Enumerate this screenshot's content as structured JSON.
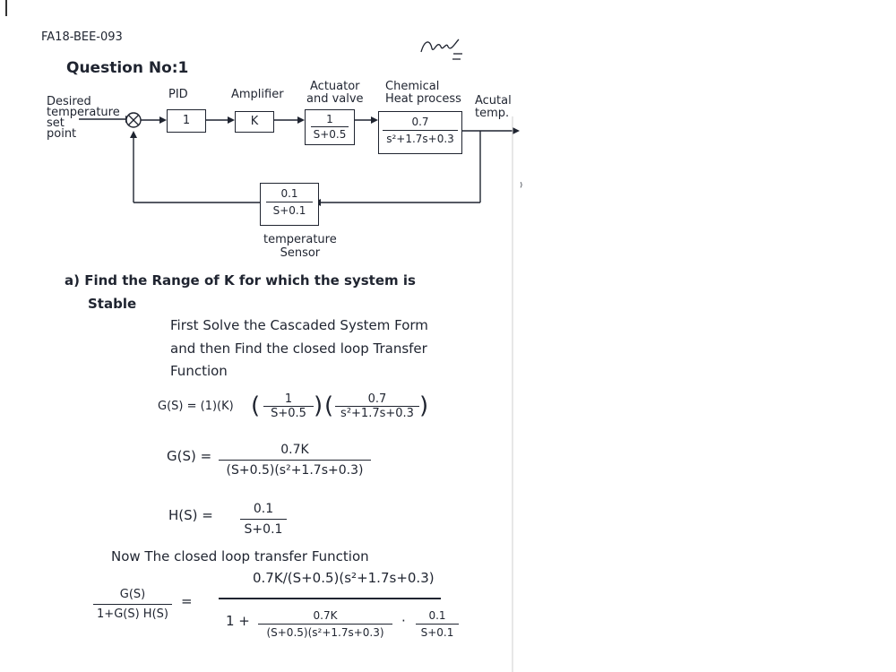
{
  "header": {
    "roll_number": "FA18-BEE-093",
    "signature": "signature",
    "question_title": "Question No:1"
  },
  "diagram": {
    "input_label_1": "Desired",
    "input_label_2": "temperature",
    "input_label_3": "set",
    "input_label_4": "point",
    "pid_label": "PID",
    "pid_gain": "1",
    "amplifier_label": "Amplifier",
    "amplifier_gain": "K",
    "actuator_label_1": "Actuator",
    "actuator_label_2": "and valve",
    "actuator_num": "1",
    "actuator_den": "S+0.5",
    "process_label_1": "Chemical",
    "process_label_2": "Heat process",
    "process_num": "0.7",
    "process_den": "s²+1.7s+0.3",
    "output_label_1": "Acutal",
    "output_label_2": "temp.",
    "sensor_num": "0.1",
    "sensor_den": "S+0.1",
    "sensor_label_1": "temperature",
    "sensor_label_2": "Sensor"
  },
  "part_a": {
    "question_line_1": "a) Find the Range of K for which the system is",
    "question_line_2": "Stable",
    "intro_line_1": "First Solve the Cascaded System Form",
    "intro_line_2": "and then Find the closed loop Transfer",
    "intro_line_3": "Function",
    "g_eq_lhs": "G(S) = (1)(K)",
    "g_eq_f1_num": "1",
    "g_eq_f1_den": "S+0.5",
    "g_eq_f2_num": "0.7",
    "g_eq_f2_den": "s²+1.7s+0.3",
    "g_lhs": "G(S) =",
    "g_num": "0.7K",
    "g_den": "(S+0.5)(s²+1.7s+0.3)",
    "h_lhs": "H(S) =",
    "h_num": "0.1",
    "h_den": "S+0.1",
    "now_line": "Now  The closed loop transfer Function",
    "cl_lhs_num": "G(S)",
    "cl_lhs_den": "1+G(S) H(S)",
    "cl_eq": "=",
    "cl_rhs_num": "0.7K/(S+0.5)(s²+1.7s+0.3)",
    "cl_rhs_den_one": "1  +",
    "cl_rhs_den_f1_num": "0.7K",
    "cl_rhs_den_f1_den": "(S+0.5)(s²+1.7s+0.3)",
    "cl_rhs_den_dot": "·",
    "cl_rhs_den_f2_num": "0.1",
    "cl_rhs_den_f2_den": "S+0.1"
  }
}
